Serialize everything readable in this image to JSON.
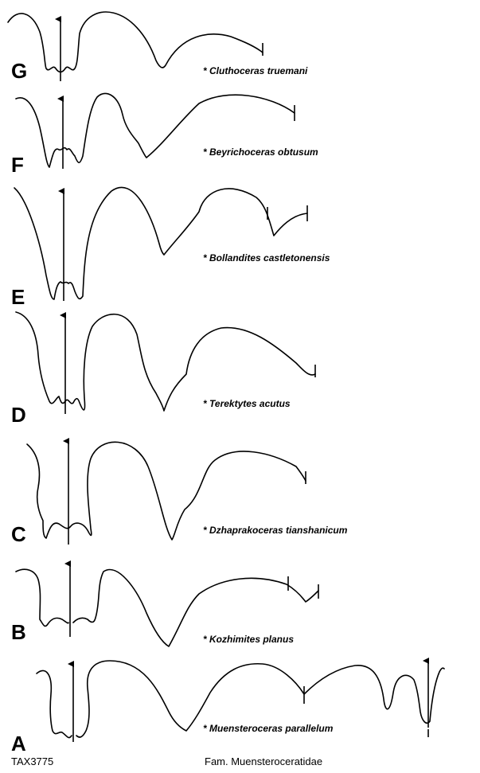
{
  "panels": [
    {
      "letter": "G",
      "species": "* Cluthoceras truemani"
    },
    {
      "letter": "F",
      "species": "* Beyrichoceras obtusum"
    },
    {
      "letter": "E",
      "species": "* Bollandites castletonensis"
    },
    {
      "letter": "D",
      "species": "* Terektytes acutus"
    },
    {
      "letter": "C",
      "species": "* Dzhaprakoceras tianshanicum"
    },
    {
      "letter": "B",
      "species": "* Kozhimites planus"
    },
    {
      "letter": "A",
      "species": "* Muensteroceras parallelum"
    }
  ],
  "footer": {
    "catalog": "TAX3775",
    "family": "Fam. Muensteroceratidae"
  }
}
